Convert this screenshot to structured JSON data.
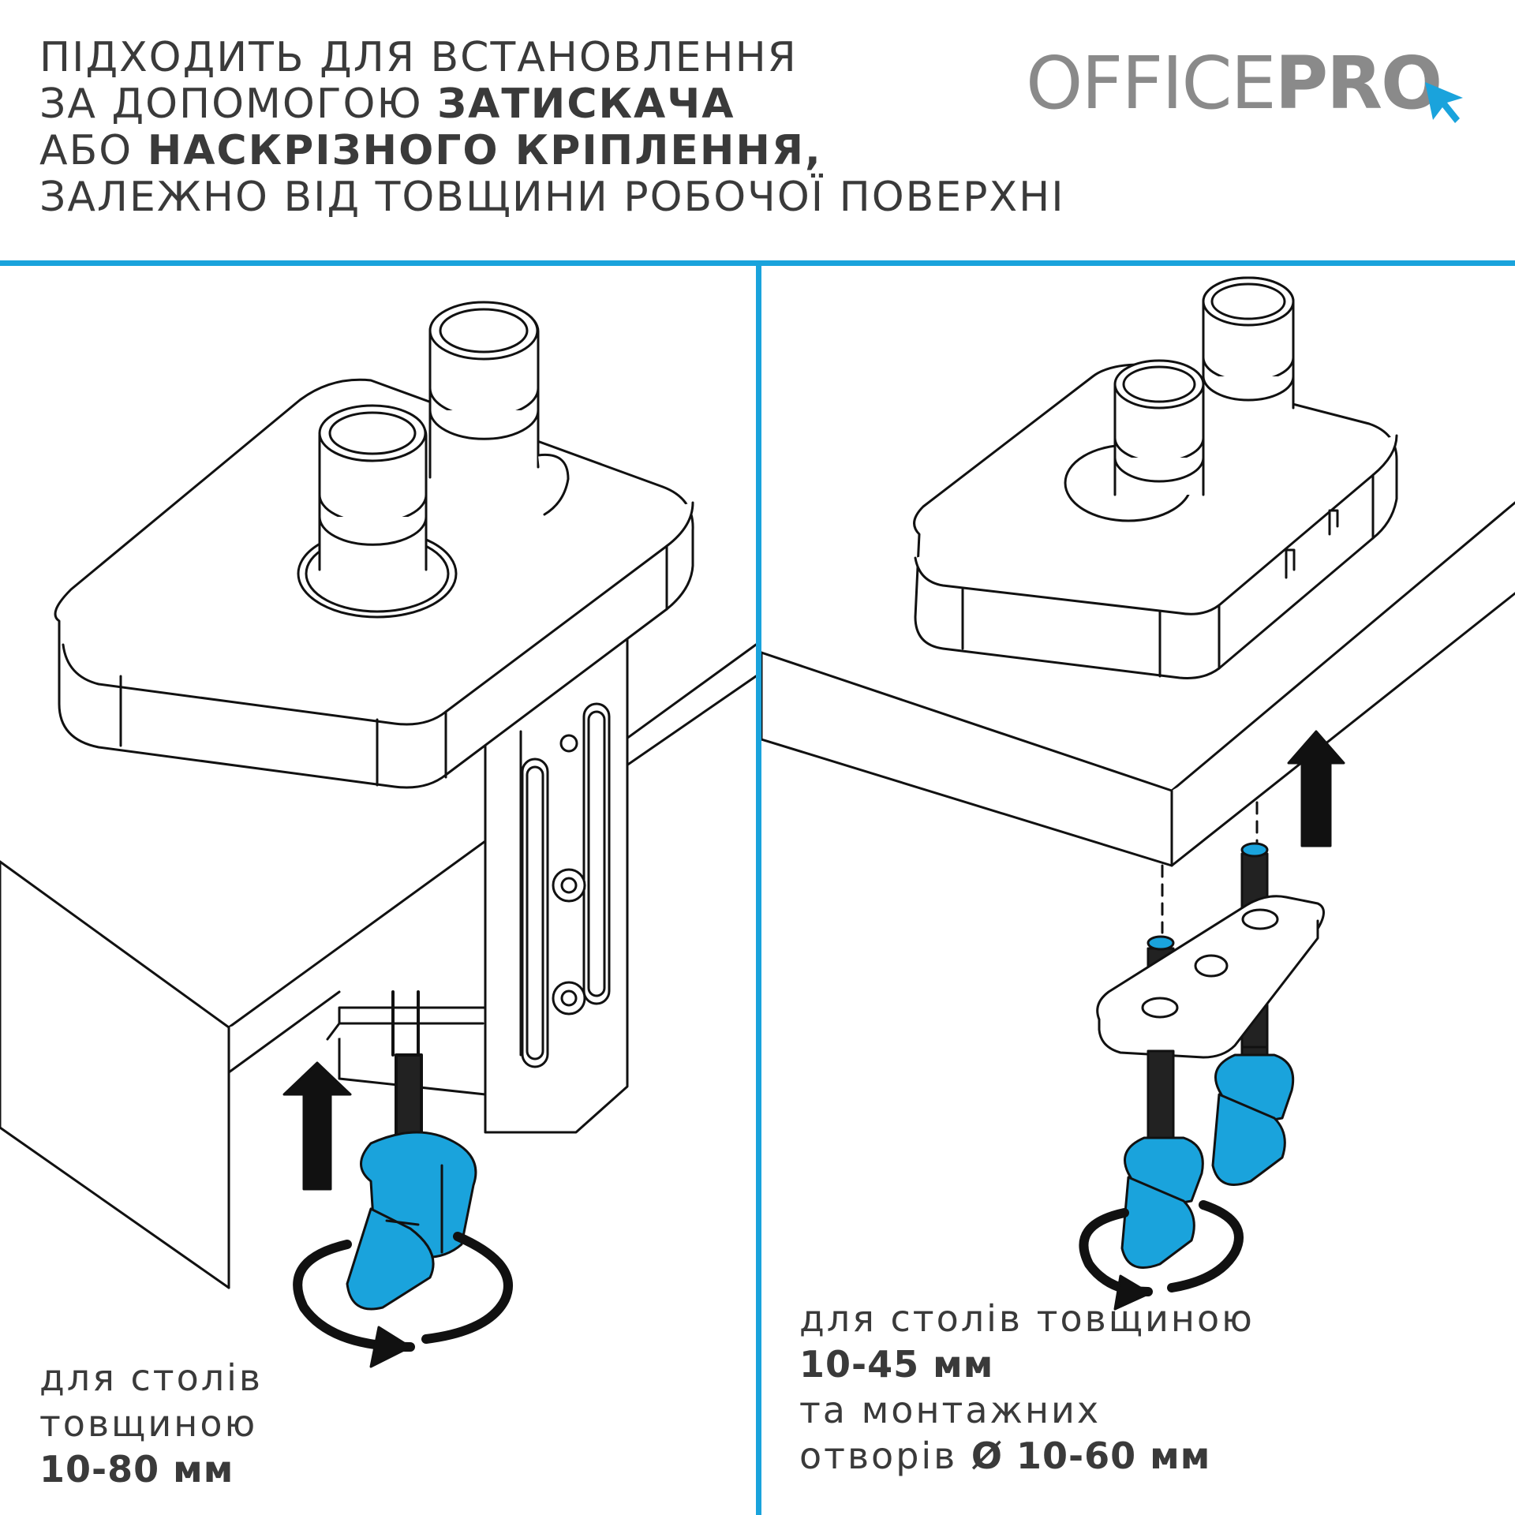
{
  "header": {
    "line1": "ПІДХОДИТЬ ДЛЯ ВСТАНОВЛЕННЯ",
    "line2_regular": "ЗА ДОПОМОГОЮ ",
    "line2_bold": "ЗАТИСКАЧА",
    "line3_regular": "АБО ",
    "line3_bold": "НАСКРІЗНОГО КРІПЛЕННЯ,",
    "line4": "ЗАЛЕЖНО ВІД ТОВЩИНИ РОБОЧОЇ ПОВЕРХНІ"
  },
  "logo": {
    "office": "OFFICE",
    "pro": "PRO",
    "cursor_icon": "cursor-arrow-icon"
  },
  "clamp_panel": {
    "caption_line1": "для столів",
    "caption_line2": "товщиною",
    "caption_value": "10-80 мм"
  },
  "grommet_panel": {
    "caption_line1": "для столів  товщиною",
    "caption_value1": "10-45 мм",
    "caption_line3": "та монтажних",
    "caption_line4_prefix": "отворів  ",
    "caption_value2": "Ø 10-60 мм"
  },
  "colors": {
    "accent": "#1aa3dc",
    "text": "#3a3a3a",
    "logo_grey": "#8a8a8a"
  }
}
